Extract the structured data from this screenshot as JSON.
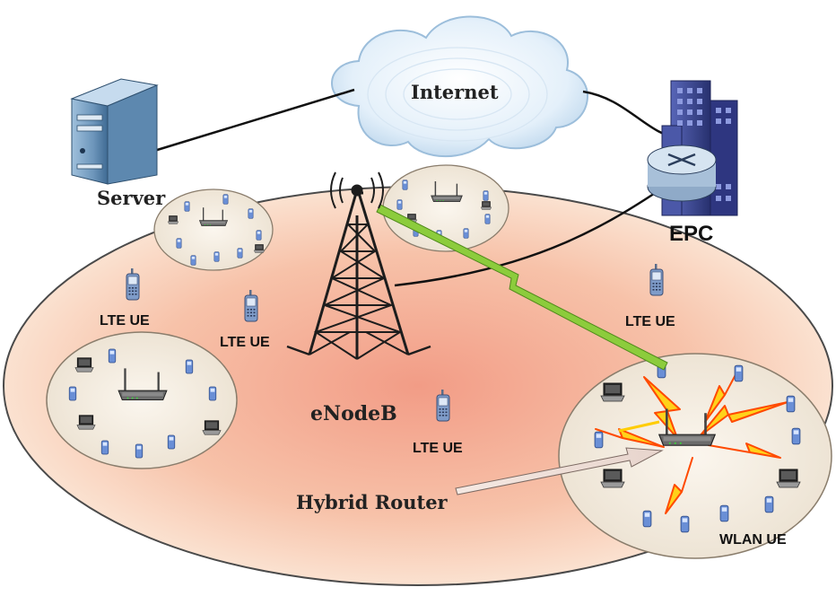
{
  "labels": {
    "internet": "Internet",
    "server": "Server",
    "epc": "EPC",
    "enodeb": "eNodeB",
    "hybrid_router": "Hybrid Router",
    "wlan_ue": "WLAN UE",
    "lte_ue_1": "LTE UE",
    "lte_ue_2": "LTE UE",
    "lte_ue_3": "LTE UE",
    "lte_ue_4": "LTE UE"
  },
  "colors": {
    "cell_center": "#f3a58f",
    "cell_edge": "#fbe6d8",
    "cell_border": "#444444",
    "cloud": "#e6f1fa",
    "cloud_shadow": "#b8d3ea",
    "lte_link": "#8ccc3c",
    "wifi_signal": "#ff3b00",
    "wifi_signal_inner": "#ffd200",
    "server_body": "#7aa3c6",
    "epc_building": "#3d4c9a"
  },
  "icons": {
    "server": "server-tower-icon",
    "epc": "epc-building-router-icon",
    "tower": "cell-tower-icon",
    "phone": "mobile-phone-icon",
    "router": "wireless-router-icon",
    "laptop": "laptop-icon",
    "cloud": "cloud-icon"
  }
}
